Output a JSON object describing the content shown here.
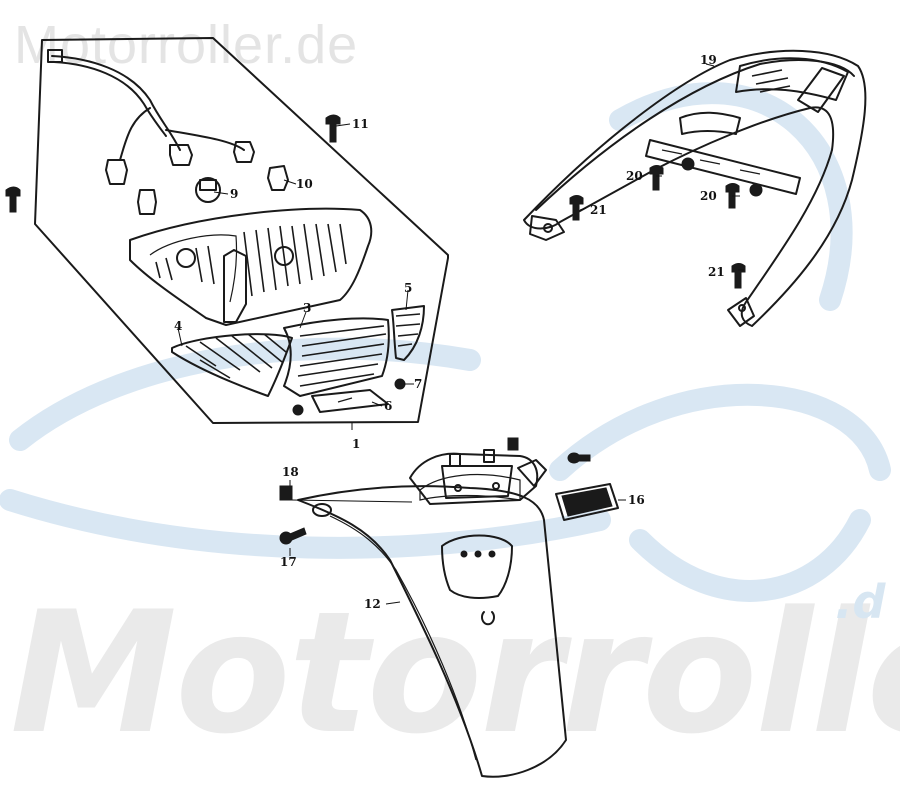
{
  "watermark": {
    "top_text": "Motorroller.de",
    "big_text": "Motorroller",
    "corner_text": ".d"
  },
  "callouts": {
    "c1": "1",
    "c3": "3",
    "c4": "4",
    "c5": "5",
    "c6": "6",
    "c7": "7",
    "c9": "9",
    "c10": "10",
    "c11": "11",
    "c12": "12",
    "c16": "16",
    "c17": "17",
    "c18": "18",
    "c19": "19",
    "c20a": "20",
    "c20b": "20",
    "c21a": "21",
    "c21b": "21"
  },
  "colors": {
    "ink": "#1a1a1a",
    "watermark_blue": "#d9e7f3",
    "watermark_gray": "#e4e4e4"
  }
}
